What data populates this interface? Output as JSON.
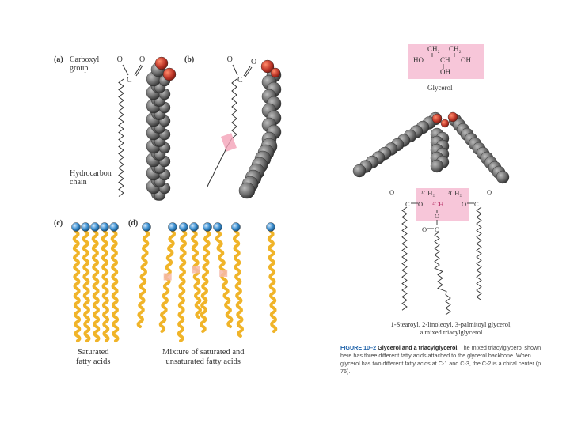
{
  "panel_a": {
    "letter": "(a)",
    "carboxyl_label_1": "Carboxyl",
    "carboxyl_label_2": "group",
    "chain_label_1": "Hydrocarbon",
    "chain_label_2": "chain",
    "atom_O": "O",
    "atom_O_minus": "−O",
    "atom_C": "C"
  },
  "panel_b": {
    "letter": "(b)",
    "atom_O": "O",
    "atom_O_minus": "−O",
    "atom_C": "C"
  },
  "panel_c": {
    "letter": "(c)",
    "caption_1": "Saturated",
    "caption_2": "fatty acids"
  },
  "panel_d": {
    "letter": "(d)",
    "caption_1": "Mixture of saturated and",
    "caption_2": "unsaturated fatty acids"
  },
  "glycerol": {
    "ch2_left": "CH₂",
    "ch2_right": "CH₂",
    "ho": "HO",
    "ch": "CH",
    "oh_right": "OH",
    "oh_bottom": "OH",
    "name": "Glycerol"
  },
  "triacylglycerol": {
    "c1": "¹CH₂",
    "c3": "³CH₂",
    "c2": "²CH",
    "atom_O": "O",
    "atom_C": "C",
    "name_1": "1-Stearoyl, 2-linoleoyl, 3-palmitoyl glycerol,",
    "name_2": "a mixed triacylglycerol"
  },
  "caption": {
    "figure": "FIGURE 10–2",
    "title": "Glycerol and a triacylglycerol.",
    "body": "The mixed triacylglycerol shown here has three different fatty acids attached to the glycerol backbone. When glycerol has two different fatty acids at C-1 and C-3, the C-2 is a chiral center (p. 76)."
  },
  "colors": {
    "oxygen_red": "#c0392b",
    "carbon_gray": "#6b6b6b",
    "lipid_yellow": "#f0b429",
    "headgroup_blue": "#3b8fd1",
    "highlight_pink": "#f7c6d9",
    "caption_blue": "#1a5fa8"
  }
}
